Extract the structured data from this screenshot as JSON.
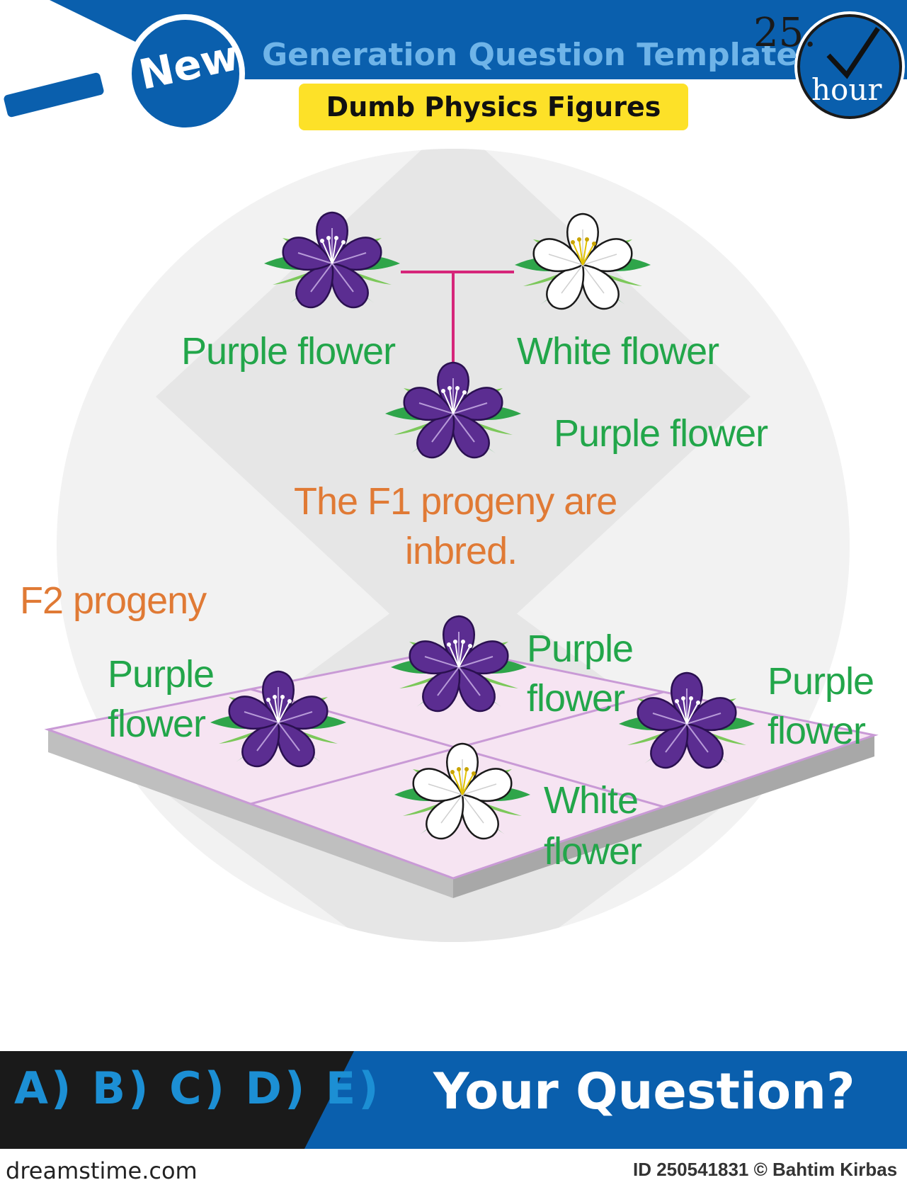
{
  "header": {
    "badge": "New",
    "title": "Generation Question Template",
    "subtitle": "Dumb Physics Figures",
    "clock_number": "25.",
    "clock_unit": "hour"
  },
  "cross": {
    "parent_left": "Purple flower",
    "parent_right": "White flower",
    "f1_label": "Purple flower",
    "f1_note_line1": "The F1 progeny are",
    "f1_note_line2": "inbred."
  },
  "f2": {
    "heading": "F2 progeny",
    "cells": [
      {
        "line1": "Purple",
        "line2": "flower",
        "color": "purple"
      },
      {
        "line1": "Purple",
        "line2": "flower",
        "color": "purple"
      },
      {
        "line1": "Purple",
        "line2": "flower",
        "color": "purple"
      },
      {
        "line1": "White",
        "line2": "flower",
        "color": "white"
      }
    ]
  },
  "colors": {
    "header_blue": "#0a5fad",
    "accent_yellow": "#fde128",
    "label_green": "#22a64a",
    "label_orange": "#e07a35",
    "purple_petal": "#5b2d91",
    "cross_line": "#d6267a",
    "grid_fill": "#f6e4f2"
  },
  "question_bar": {
    "options": "A) B) C) D) E)",
    "prompt": "Your Question?"
  },
  "footer": {
    "brand": "dreamstime.com",
    "id_text": "ID 250541831 © Bahtim Kirbas"
  }
}
